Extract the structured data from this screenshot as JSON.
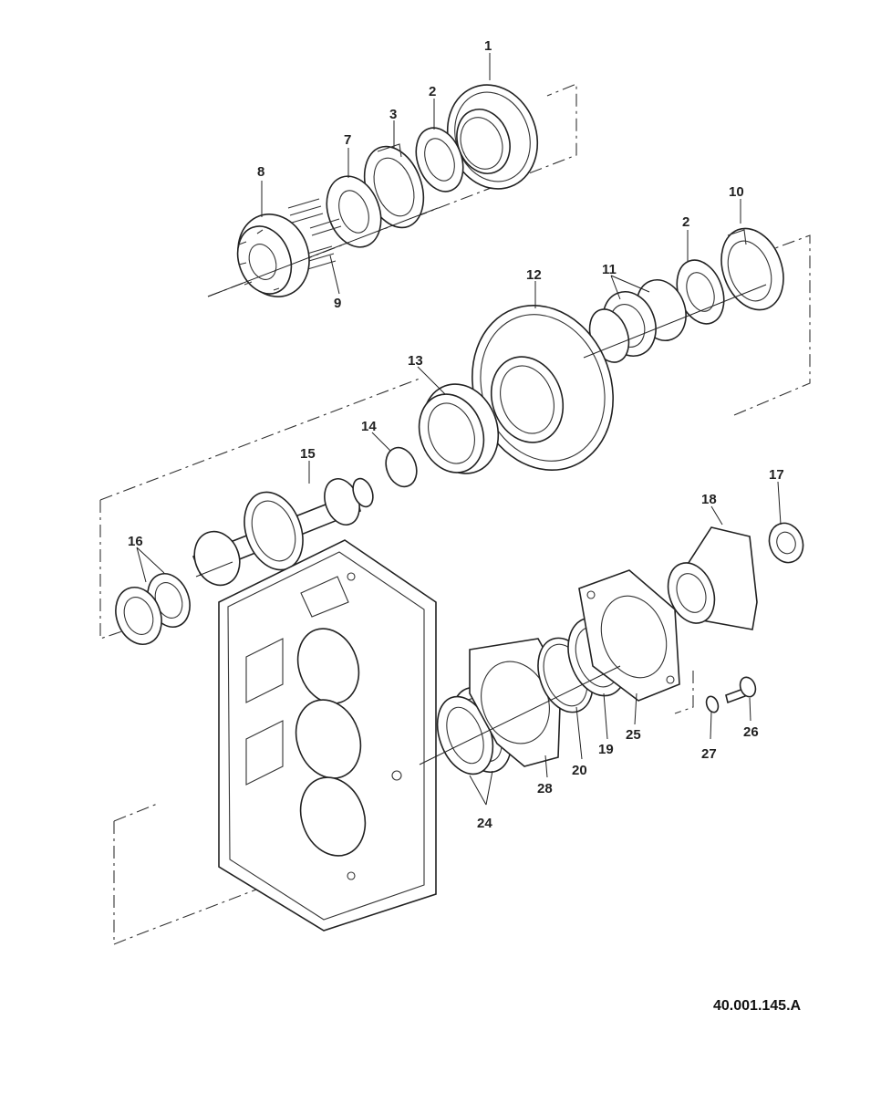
{
  "figure_id": "40.001.145.A",
  "callouts": [
    "1",
    "2",
    "3",
    "7",
    "8",
    "9",
    "10",
    "2",
    "11",
    "12",
    "13",
    "14",
    "15",
    "16",
    "17",
    "18",
    "24",
    "28",
    "20",
    "19",
    "25",
    "27",
    "26"
  ]
}
